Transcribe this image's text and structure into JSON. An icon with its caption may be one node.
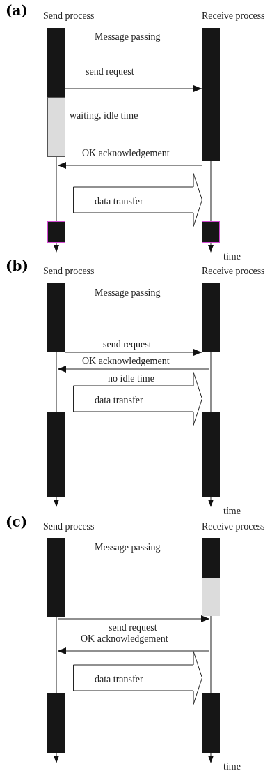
{
  "diagram": {
    "nodes": [
      {
        "text": [],
        "shape": "bar"
      },
      {
        "text": [],
        "shape": "bar"
      },
      {
        "text": [],
        "shape": "bar",
        "beside": [
          "waiting, idle time"
        ]
      },
      {
        "text": [],
        "shape": "line"
      },
      {
        "text": [],
        "shape": "line"
      },
      {
        "text": [
          "data transfer"
        ]
      },
      {
        "text": [],
        "shape": "bar"
      },
      {
        "text": [],
        "shape": "bar"
      },
      {
        "text": [],
        "shape": "bar"
      },
      {
        "text": [],
        "shape": "bar"
      },
      {
        "text": [],
        "shape": "line"
      },
      {
        "text": [],
        "shape": "line"
      },
      {
        "text": [
          "data transfer"
        ]
      },
      {
        "text": [],
        "shape": "bar"
      },
      {
        "text": [],
        "shape": "bar"
      },
      {
        "text": [],
        "shape": "bar"
      },
      {
        "text": [],
        "shape": "bar"
      },
      {
        "text": [],
        "shape": "bar"
      },
      {
        "text": [],
        "shape": "line"
      },
      {
        "text": [],
        "shape": "line"
      },
      {
        "text": [
          "data transfer"
        ]
      },
      {
        "text": [],
        "shape": "bar"
      },
      {
        "text": [],
        "shape": "bar"
      }
    ],
    "edges": [
      {
        "from": 0,
        "to": 1,
        "arrow": "to",
        "label": "send request"
      },
      {
        "from": 1,
        "to": 3,
        "arrow": "to",
        "label": "OK acknowledgement"
      },
      {
        "from": 8,
        "to": 9,
        "arrow": "to",
        "label": "send request"
      },
      {
        "from": 11,
        "to": 10,
        "arrow": "to",
        "label": "OK acknowledgement"
      },
      {
        "from": 18,
        "to": 19,
        "arrow": "to",
        "label": "send request"
      },
      {
        "from": 19,
        "to": 18,
        "arrow": "to",
        "label": "OK acknowledgement"
      }
    ],
    "labels": [
      "(a)",
      "Send process",
      "Receive process",
      "Message passing",
      "time",
      "(b)",
      "Send process",
      "Receive process",
      "Message passing",
      "no idle time",
      "time",
      "(c)",
      "Send process",
      "Receive process",
      "Message passing",
      "time"
    ]
  }
}
